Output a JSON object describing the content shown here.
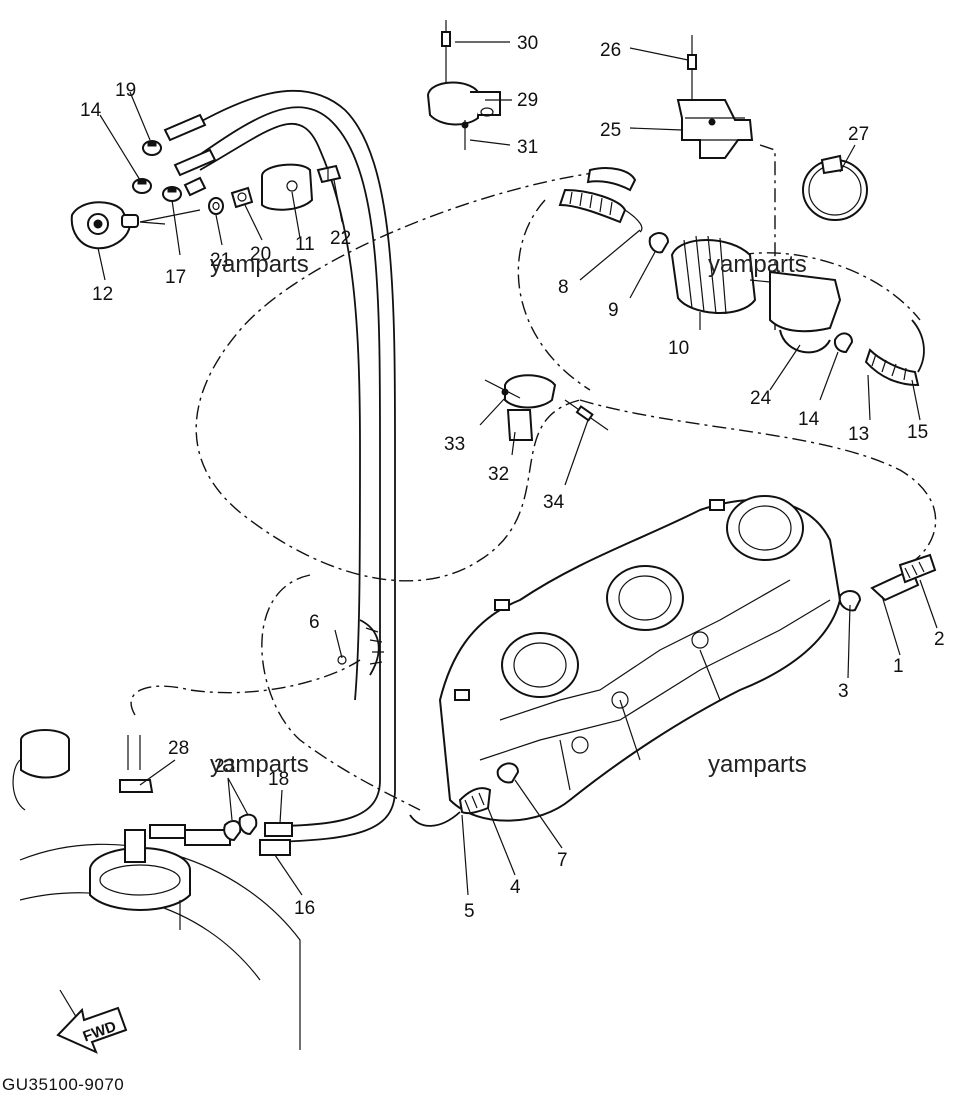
{
  "diagram": {
    "callouts": [
      {
        "id": "c1",
        "text": "1"
      },
      {
        "id": "c2",
        "text": "2"
      },
      {
        "id": "c3",
        "text": "3"
      },
      {
        "id": "c4",
        "text": "4"
      },
      {
        "id": "c5",
        "text": "5"
      },
      {
        "id": "c6",
        "text": "6"
      },
      {
        "id": "c7",
        "text": "7"
      },
      {
        "id": "c8",
        "text": "8"
      },
      {
        "id": "c9",
        "text": "9"
      },
      {
        "id": "c10",
        "text": "10"
      },
      {
        "id": "c11",
        "text": "11"
      },
      {
        "id": "c12",
        "text": "12"
      },
      {
        "id": "c13",
        "text": "13"
      },
      {
        "id": "c14a",
        "text": "14"
      },
      {
        "id": "c14b",
        "text": "14"
      },
      {
        "id": "c15",
        "text": "15"
      },
      {
        "id": "c16",
        "text": "16"
      },
      {
        "id": "c17",
        "text": "17"
      },
      {
        "id": "c18",
        "text": "18"
      },
      {
        "id": "c19",
        "text": "19"
      },
      {
        "id": "c20",
        "text": "20"
      },
      {
        "id": "c21",
        "text": "21"
      },
      {
        "id": "c22",
        "text": "22"
      },
      {
        "id": "c23",
        "text": "23"
      },
      {
        "id": "c24",
        "text": "24"
      },
      {
        "id": "c25",
        "text": "25"
      },
      {
        "id": "c26",
        "text": "26"
      },
      {
        "id": "c27",
        "text": "27"
      },
      {
        "id": "c28",
        "text": "28"
      },
      {
        "id": "c29",
        "text": "29"
      },
      {
        "id": "c30",
        "text": "30"
      },
      {
        "id": "c31",
        "text": "31"
      },
      {
        "id": "c32",
        "text": "32"
      },
      {
        "id": "c33",
        "text": "33"
      },
      {
        "id": "c34",
        "text": "34"
      }
    ],
    "watermarks": [
      "yamparts",
      "yamparts",
      "yamparts",
      "yamparts"
    ],
    "direction_label": "FWD",
    "diagram_code": "GU35100-9070"
  }
}
